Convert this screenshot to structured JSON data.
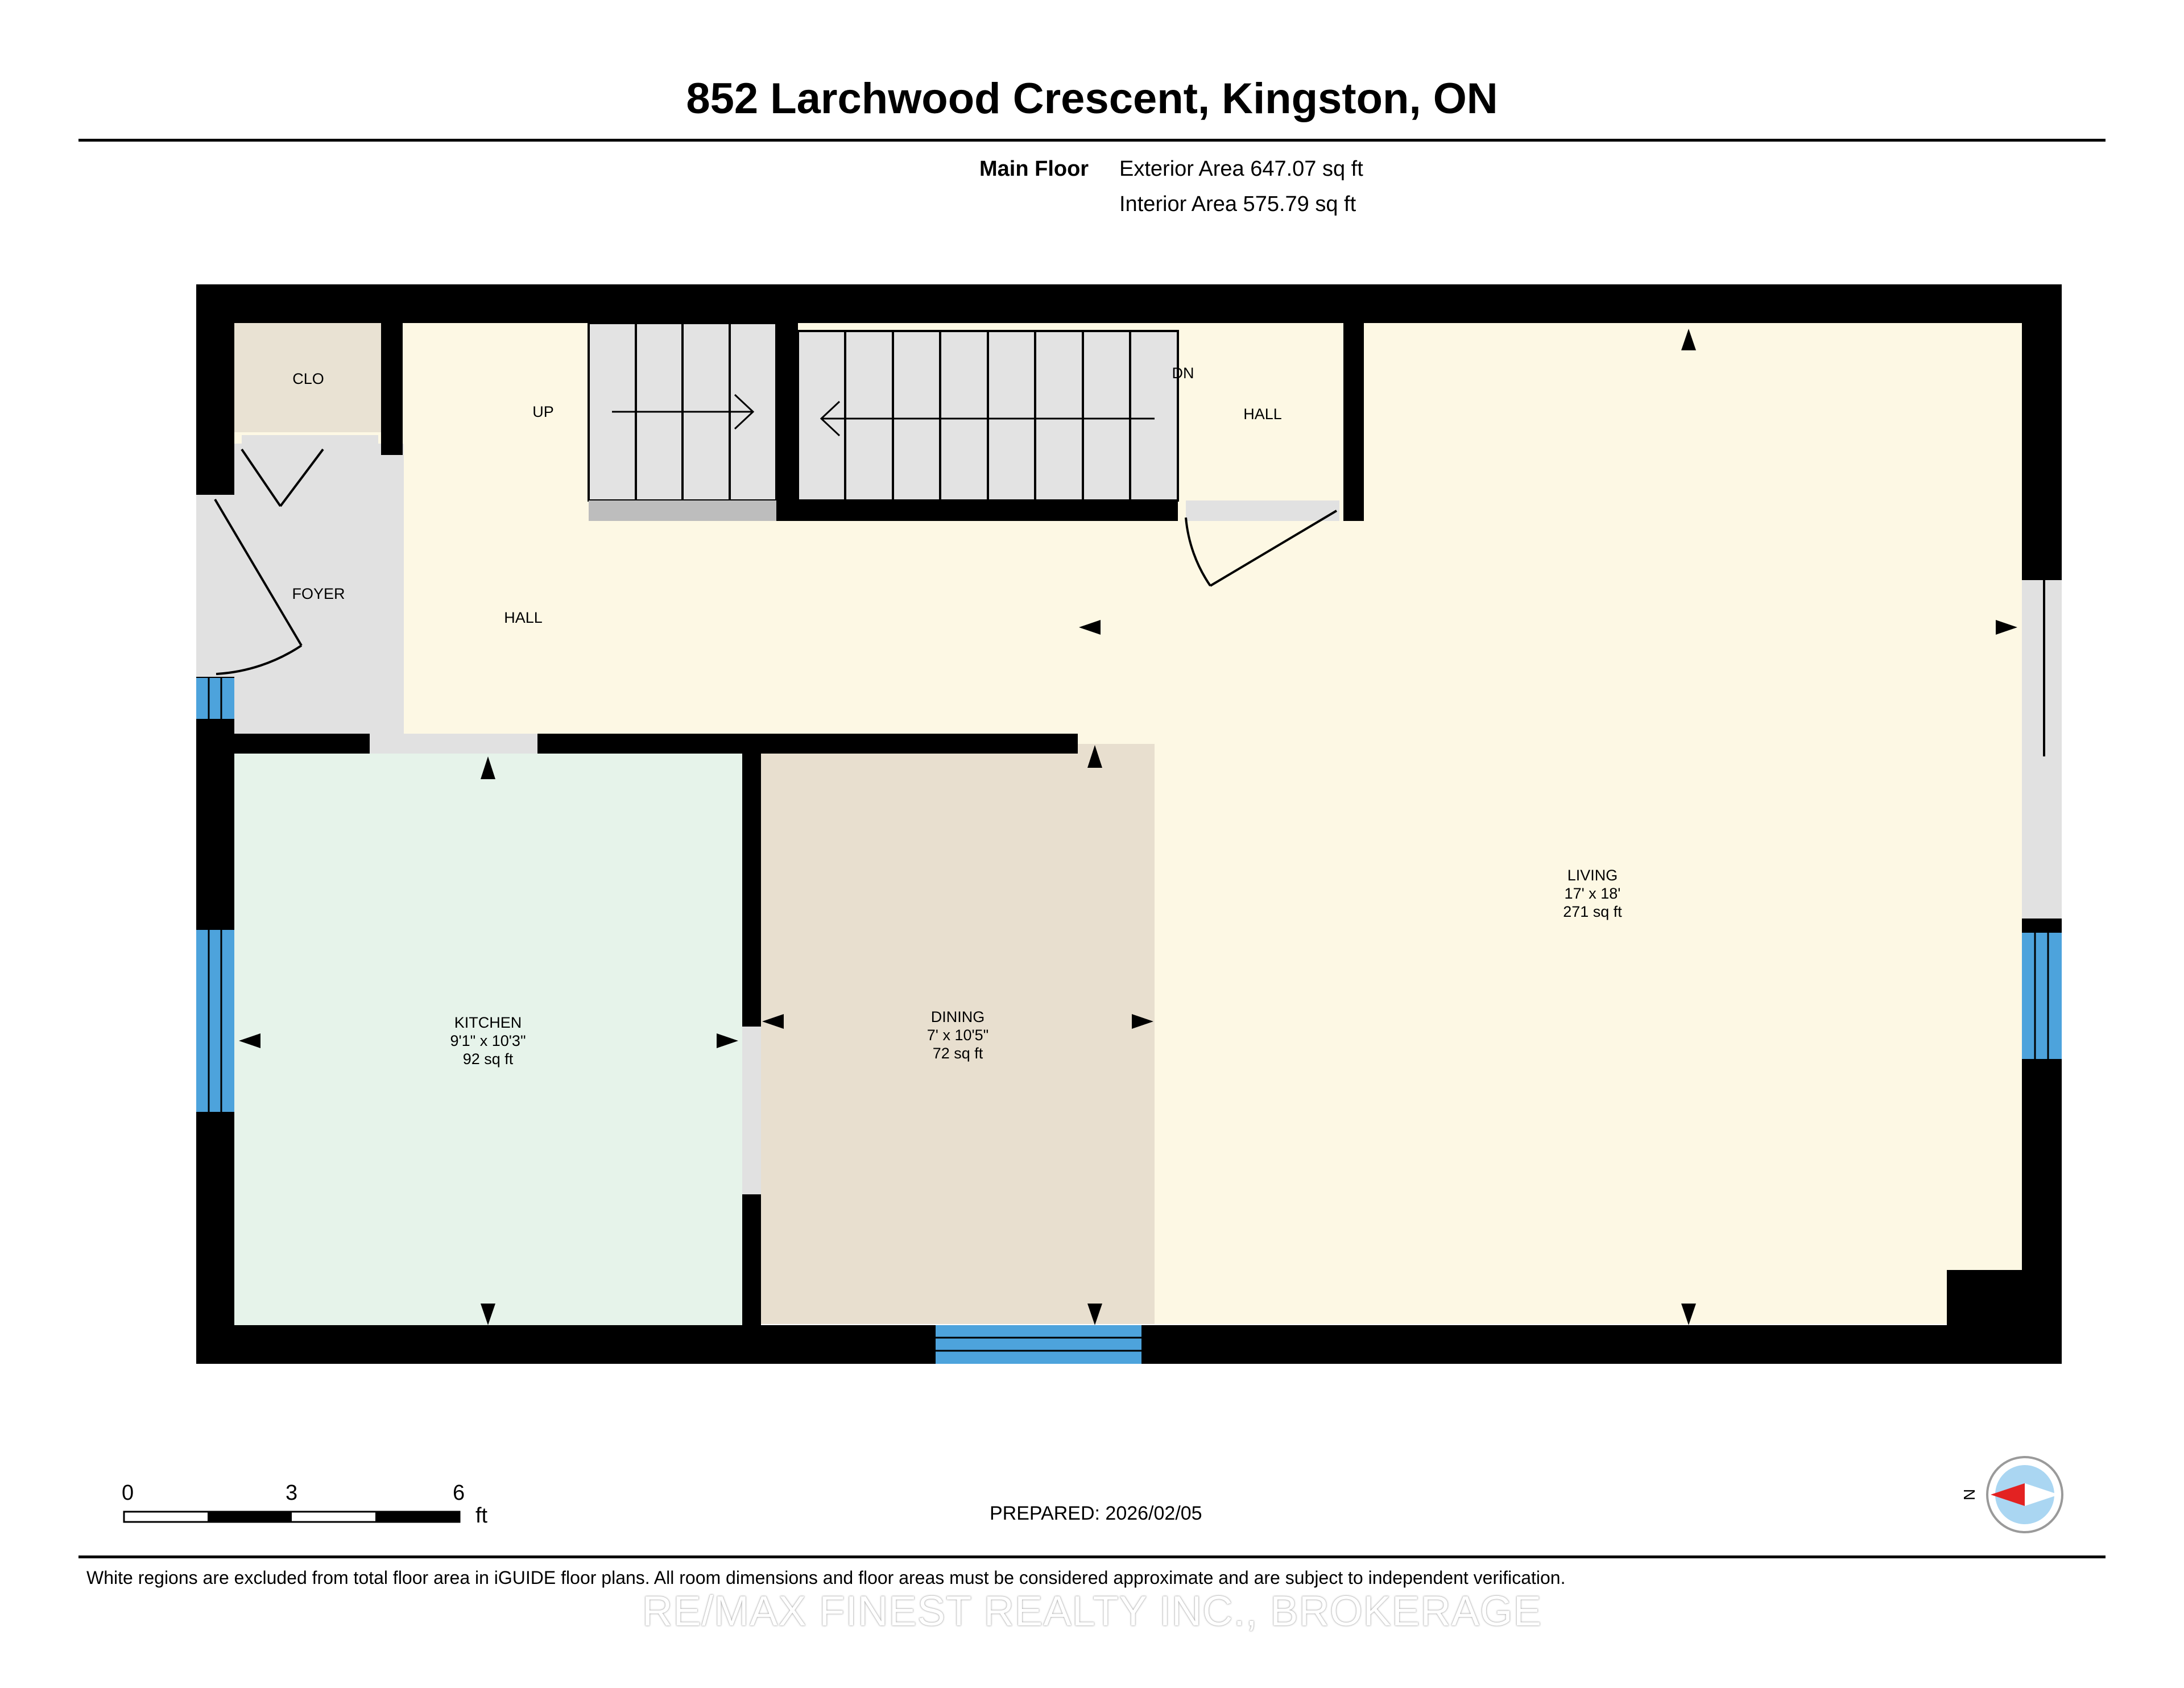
{
  "header": {
    "title": "852 Larchwood Crescent, Kingston, ON",
    "floor_name": "Main Floor",
    "exterior_area": "Exterior Area 647.07 sq ft",
    "interior_area": "Interior Area 575.79 sq ft"
  },
  "rooms": {
    "clo": {
      "name": "CLO"
    },
    "up": {
      "name": "UP"
    },
    "dn": {
      "name": "DN"
    },
    "hall_upper": {
      "name": "HALL"
    },
    "foyer": {
      "name": "FOYER"
    },
    "hall_main": {
      "name": "HALL"
    },
    "living": {
      "name": "LIVING",
      "dims": "17' x 18'",
      "area": "271 sq ft"
    },
    "kitchen": {
      "name": "KITCHEN",
      "dims": "9'1\" x 10'3\"",
      "area": "92 sq ft"
    },
    "dining": {
      "name": "DINING",
      "dims": "7' x 10'5\"",
      "area": "72 sq ft"
    }
  },
  "scale": {
    "tick0": "0",
    "tick1": "3",
    "tick2": "6",
    "unit": "ft"
  },
  "prepared": "PREPARED: 2026/02/05",
  "compass": {
    "label": "N"
  },
  "footer": {
    "disclaimer": "White regions are excluded from total floor area in iGUIDE floor plans. All room dimensions and floor areas must be considered approximate and are subject to independent verification.",
    "watermark": "RE/MAX FINEST REALTY INC., BROKERAGE"
  },
  "colors": {
    "wall": "#000000",
    "hall_fill": "#fdf8e4",
    "kitchen_fill": "#e6f3ea",
    "dining_fill": "#e8dfcf",
    "foyer_fill": "#e1e1e1",
    "closet_fill": "#e9e2d3",
    "stairs_fill": "#e3e3e3",
    "window": "#4da3dc"
  }
}
